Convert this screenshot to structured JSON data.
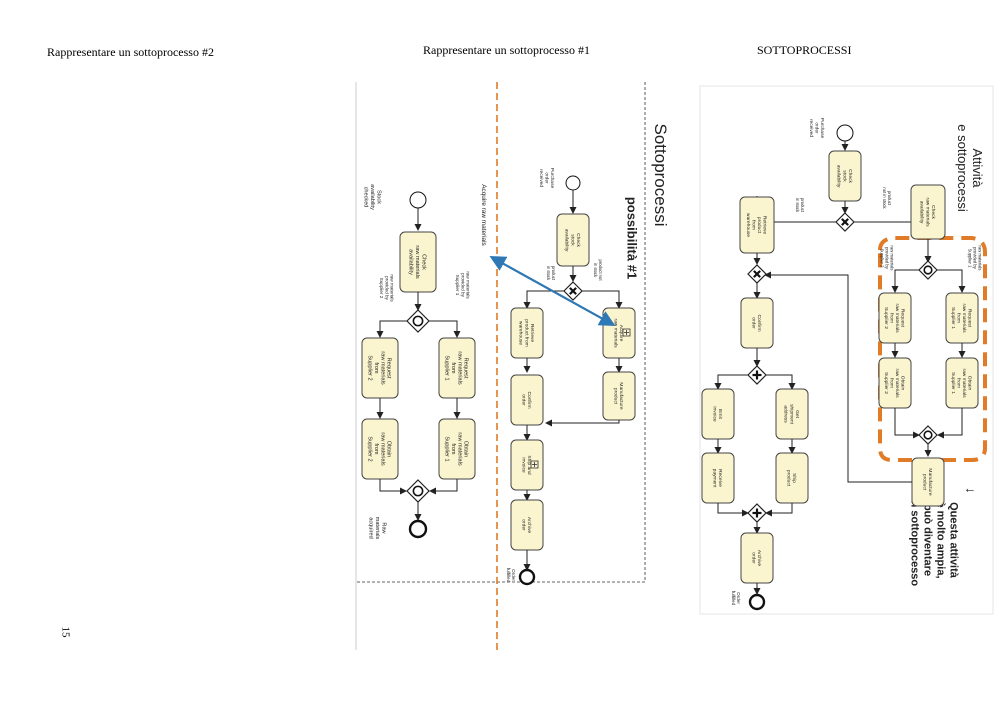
{
  "headers": {
    "left": "Rappresentare un sottoprocesso #2",
    "center": "Rappresentare un sottoprocesso #1",
    "right": "SOTTOPROCESSI"
  },
  "page_number": "15",
  "colors": {
    "task_fill": "#fbf5cf",
    "orange": "#e07b28",
    "blue": "#2e78b5",
    "accent_blue": "#3a86c6",
    "accent_orange": "#d86a1a"
  },
  "diagram_left": {
    "start_label": [
      "Stock",
      "availability",
      "checked"
    ],
    "task_check": [
      "Check",
      "raw materials",
      "availability"
    ],
    "cond1": [
      "raw materials",
      "provided by",
      "Supplier 1"
    ],
    "cond2": [
      "raw materials",
      "provided by",
      "Supplier 2"
    ],
    "req1": [
      "Request",
      "raw materials",
      "from",
      "Supplier 1"
    ],
    "req2": [
      "Request",
      "raw materials",
      "from",
      "Supplier 2"
    ],
    "obt1": [
      "Obtain",
      "raw materials",
      "from",
      "Supplier 1"
    ],
    "obt2": [
      "Obtain",
      "raw materials",
      "from",
      "Supplier 2"
    ],
    "end_label": [
      "Raw",
      "materials",
      "acquired"
    ]
  },
  "diagram_center": {
    "title": "Sottoprocessi",
    "subtitle": "possibilità #1",
    "acquire_note": "Acquire raw materials",
    "start_label": [
      "Purchase",
      "order",
      "received"
    ],
    "check_stock": [
      "Check",
      "stock",
      "availability"
    ],
    "cond_not_stock": [
      "product not",
      "in stock"
    ],
    "cond_in_stock": [
      "product",
      "in stock"
    ],
    "retrieve": [
      "Retrieve",
      "product from",
      "warehouse"
    ],
    "acquire": [
      "Acquire",
      "raw materials"
    ],
    "confirm": [
      "Confirm",
      "order"
    ],
    "manufacture": [
      "Manufacture",
      "product"
    ],
    "ship": [
      "Ship and",
      "invoice"
    ],
    "archive": [
      "Archive",
      "order"
    ],
    "end_label": [
      "Order",
      "fulfilled"
    ]
  },
  "diagram_right": {
    "title": [
      "Attività",
      "e sottoprocessi"
    ],
    "note": [
      "Questa attività",
      "è molto ampia,",
      "può diventare",
      "un sottoprocesso"
    ],
    "arrow": "←",
    "start_label": [
      "Purchase",
      "order",
      "received"
    ],
    "check_stock": [
      "Check",
      "stock",
      "availability"
    ],
    "cond_in_stock": [
      "product",
      "in stock"
    ],
    "cond_not_stock": [
      "product",
      "not in stock"
    ],
    "retrieve": [
      "Retrieve",
      "product",
      "from",
      "warehouse"
    ],
    "check_raw": [
      "Check",
      "raw materials",
      "availability"
    ],
    "cond_s1": [
      "raw materials",
      "provided by",
      "Supplier 1"
    ],
    "cond_s2": [
      "raw materials",
      "provided by",
      "Supplier 2"
    ],
    "req1": [
      "Request",
      "raw materials",
      "from",
      "Supplier 1"
    ],
    "req2": [
      "Request",
      "raw materials",
      "from",
      "Supplier 2"
    ],
    "obt1": [
      "Obtain",
      "raw materials",
      "from",
      "Supplier 1"
    ],
    "obt2": [
      "Obtain",
      "raw materials",
      "from",
      "Supplier 2"
    ],
    "manufacture": [
      "Manufacture",
      "product"
    ],
    "confirm": [
      "Confirm",
      "order"
    ],
    "emit": [
      "Emit",
      "invoice"
    ],
    "receive": [
      "Receive",
      "payment"
    ],
    "get_addr": [
      "Get",
      "shipment",
      "address"
    ],
    "ship": [
      "Ship",
      "product"
    ],
    "archive": [
      "Archive",
      "order"
    ],
    "end_label": [
      "Order",
      "fulfilled"
    ]
  }
}
